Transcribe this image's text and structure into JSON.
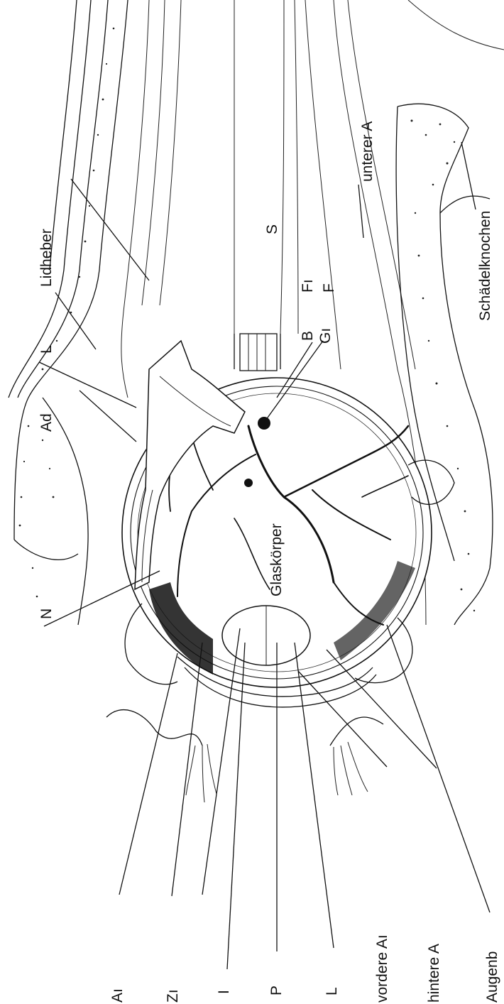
{
  "diagram": {
    "labels": {
      "n": "N",
      "ad": "Ad",
      "l_top": "L",
      "lidheber": "Lidheber",
      "s": "S",
      "fi": "Fı",
      "f": "F",
      "b": "B",
      "gi": "Gı",
      "glaskoerper": "Glaskörper",
      "unterer_a": "unterer A",
      "schaedelknochen": "Schädelknochen",
      "ai": "Aı",
      "zi": "Zı",
      "i": "I",
      "p": "P",
      "l_bottom": "L",
      "vordere": "vordere Aı",
      "hintere": "hintere A",
      "augenb": "Augenb"
    }
  }
}
